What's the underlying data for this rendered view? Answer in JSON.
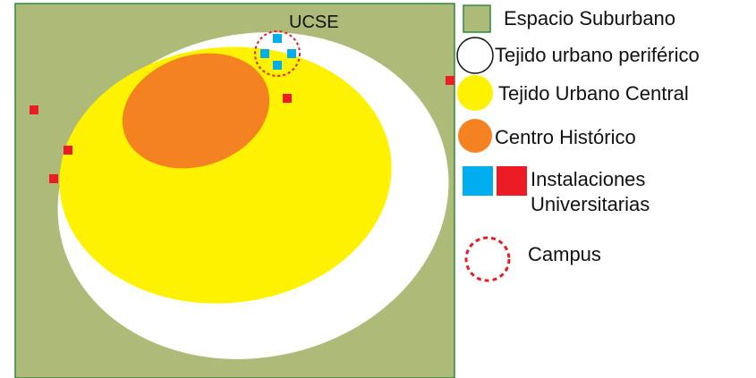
{
  "map": {
    "campus_label": "UCSE"
  },
  "legend": {
    "suburban": "Espacio Suburbano",
    "peripheral": "Tejido urbano periférico",
    "central": "Tejido Urbano Central",
    "historic": "Centro Histórico",
    "university_line1": "Instalaciones",
    "university_line2": "Universitarias",
    "campus": "Campus"
  },
  "colors": {
    "suburban": "#adba78",
    "peripheral": "#ffffff",
    "central": "#fff200",
    "historic": "#f58220",
    "university_blue": "#00aeef",
    "university_red": "#ed1c24",
    "campus_ring": "#e31e24"
  }
}
